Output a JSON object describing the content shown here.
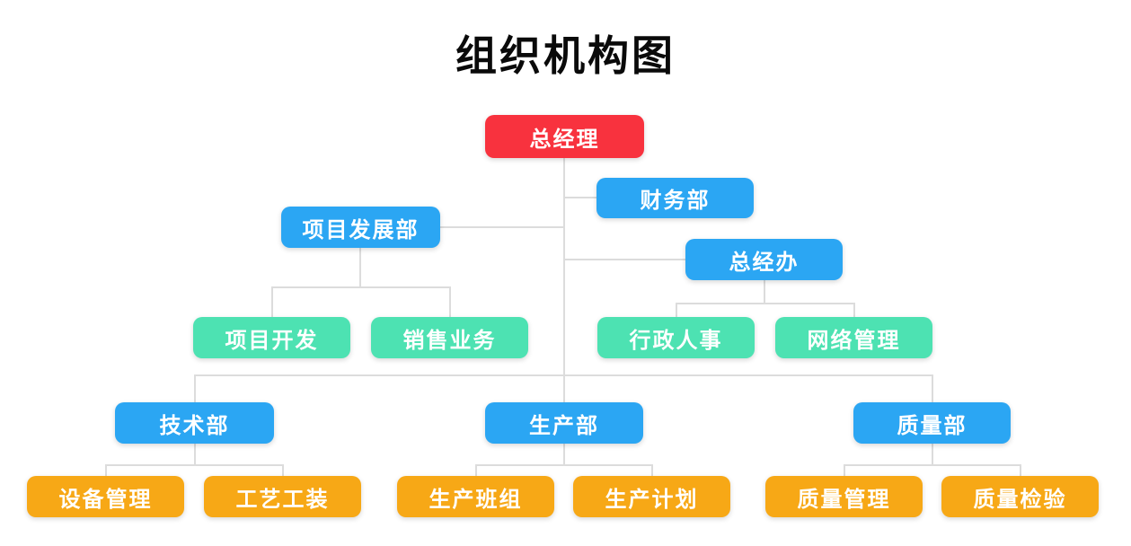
{
  "title": "组织机构图",
  "colors": {
    "root_color": "#f8323e",
    "dept_color": "#2ba6f3",
    "section_color": "#4de2b2",
    "leaf_color": "#f7a816",
    "line_color": "#dcdcdc",
    "node_text_color": "#ffffff",
    "title_color": "#0a0a0a"
  },
  "nodes": {
    "general_manager": {
      "label": "总经理",
      "level": "root",
      "parent": null
    },
    "finance_dept": {
      "label": "财务部",
      "level": "dept",
      "parent": "general_manager"
    },
    "project_development_dept": {
      "label": "项目发展部",
      "level": "dept",
      "parent": "general_manager"
    },
    "gm_office": {
      "label": "总经办",
      "level": "dept",
      "parent": "general_manager"
    },
    "project_development": {
      "label": "项目开发",
      "level": "section",
      "parent": "project_development_dept"
    },
    "sales_business": {
      "label": "销售业务",
      "level": "section",
      "parent": "project_development_dept"
    },
    "admin_hr": {
      "label": "行政人事",
      "level": "section",
      "parent": "gm_office"
    },
    "network_management": {
      "label": "网络管理",
      "level": "section",
      "parent": "gm_office"
    },
    "technology_dept": {
      "label": "技术部",
      "level": "dept",
      "parent": "general_manager"
    },
    "production_dept": {
      "label": "生产部",
      "level": "dept",
      "parent": "general_manager"
    },
    "quality_dept": {
      "label": "质量部",
      "level": "dept",
      "parent": "general_manager"
    },
    "equipment_management": {
      "label": "设备管理",
      "level": "leaf",
      "parent": "technology_dept"
    },
    "process_tooling": {
      "label": "工艺工装",
      "level": "leaf",
      "parent": "technology_dept"
    },
    "production_team": {
      "label": "生产班组",
      "level": "leaf",
      "parent": "production_dept"
    },
    "production_planning": {
      "label": "生产计划",
      "level": "leaf",
      "parent": "production_dept"
    },
    "quality_management": {
      "label": "质量管理",
      "level": "leaf",
      "parent": "quality_dept"
    },
    "quality_inspection": {
      "label": "质量检验",
      "level": "leaf",
      "parent": "quality_dept"
    }
  }
}
